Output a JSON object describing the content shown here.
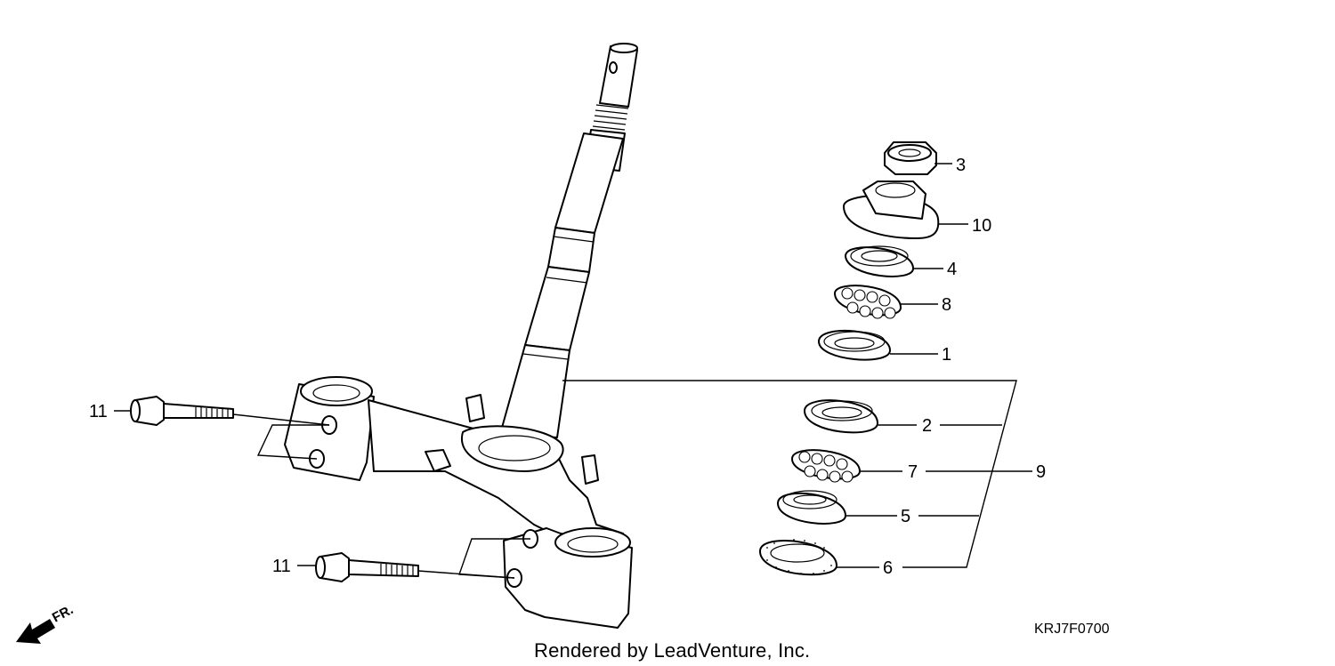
{
  "diagram": {
    "part_labels": {
      "p1": "1",
      "p2": "2",
      "p3": "3",
      "p4": "4",
      "p5": "5",
      "p6": "6",
      "p7": "7",
      "p8": "8",
      "p9": "9",
      "p10": "10",
      "p11_upper": "11",
      "p11_lower": "11"
    },
    "diagram_code": "KRJ7F0700",
    "credit": "Rendered by LeadVenture, Inc.",
    "direction_label": "FR."
  }
}
